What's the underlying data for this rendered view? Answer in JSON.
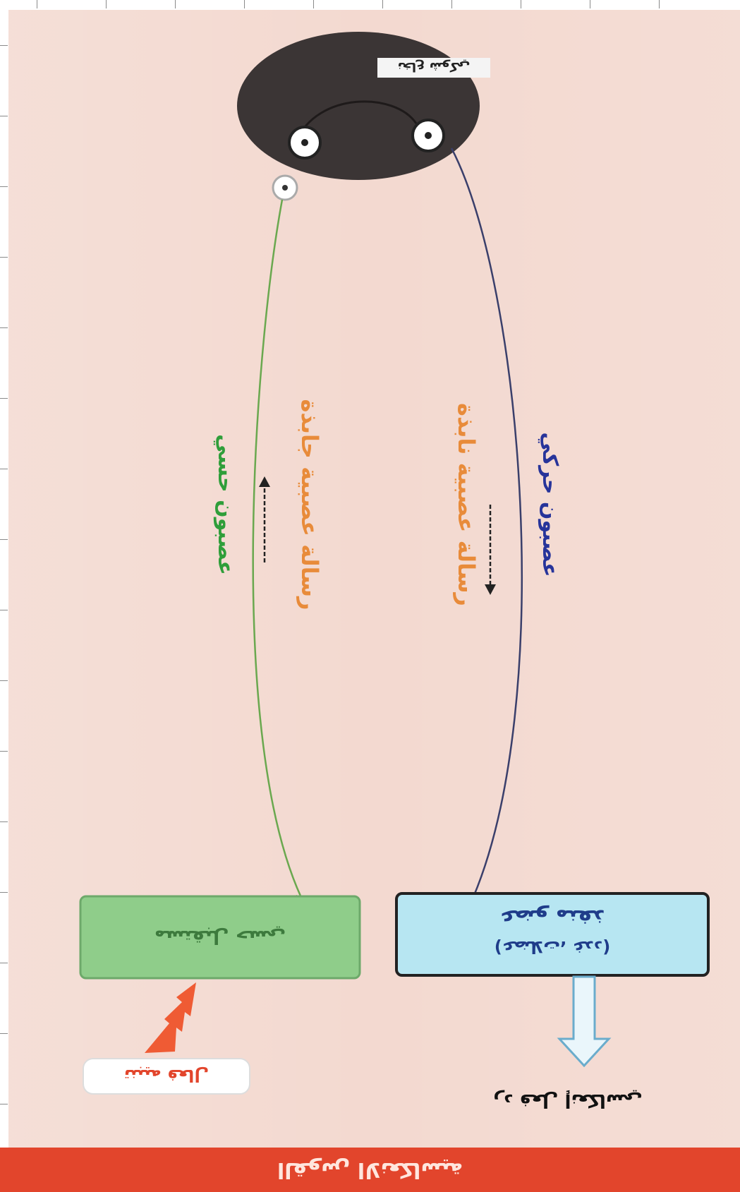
{
  "diagram": {
    "center_label": "نخاع شوكي",
    "sensory_neuron_label": "عصبون حسي",
    "afferent_message_label": "رسالة عصبية جابذة",
    "efferent_message_label": "رسالة عصبية نابذة",
    "motor_neuron_label": "عصبون حركي",
    "receptor_label": "مستقبل حسي",
    "effector_title": "عضو منفذ",
    "effector_subtitle": "(عضلات، غدد)",
    "stimulus_label": "تنبيه فعال",
    "response_label": "رد فعل إنعكاسي"
  },
  "footer": {
    "title": "القوس الانعكاسية"
  },
  "colors": {
    "background": "#f3d9d0",
    "spinal_cord": "#3b3535",
    "sensory_text": "#2f9e3a",
    "motor_text": "#27349a",
    "message_text": "#e88b3a",
    "receptor_box": "#8fcd8a",
    "effector_box": "#b7e6f2",
    "footer_bar": "#e2452c"
  }
}
